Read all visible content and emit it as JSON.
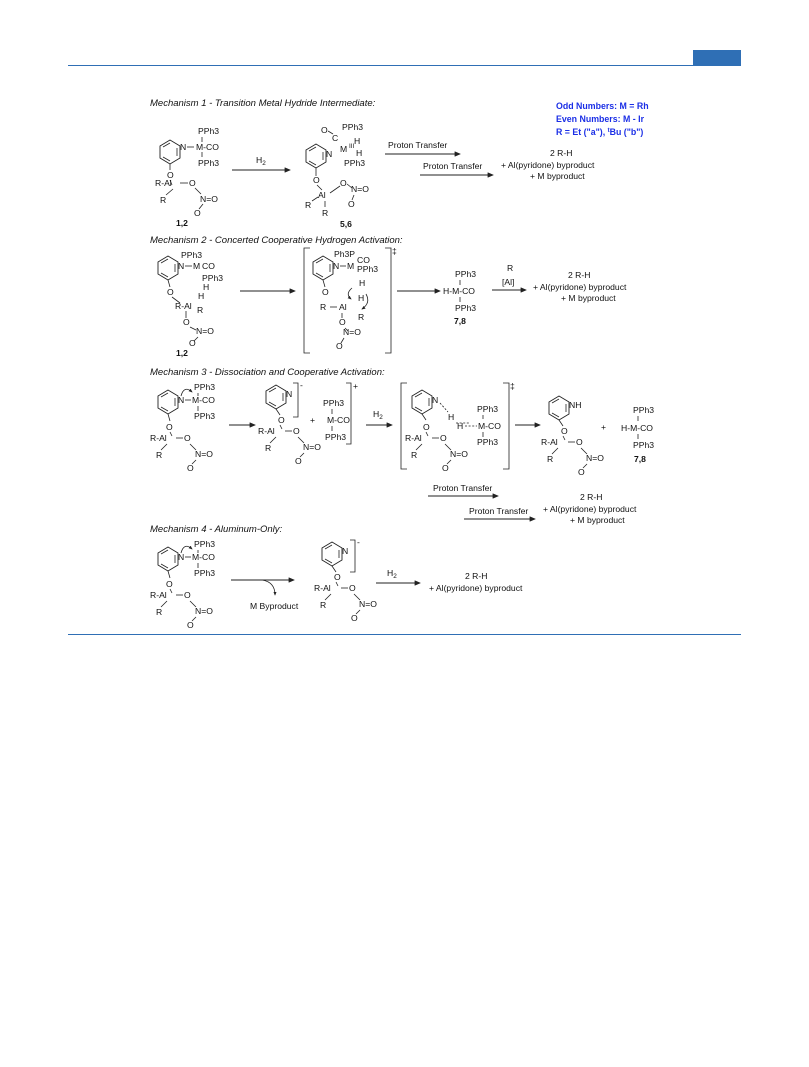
{
  "mechanisms": {
    "m1": {
      "title": "Mechanism 1 - Transition Metal Hydride Intermediate:"
    },
    "m2": {
      "title": "Mechanism 2 - Concerted Cooperative Hydrogen Activation:"
    },
    "m3": {
      "title": "Mechanism 3 - Dissociation and Cooperative Activation:"
    },
    "m4": {
      "title": "Mechanism 4 - Aluminum-Only:"
    }
  },
  "legend": {
    "odd": "Odd Numbers: M = Rh",
    "even": "Even Numbers: M - Ir",
    "r_def_prefix": "R = Et (\"a\"), ",
    "r_def_sup": "t",
    "r_def_suffix": "Bu (\"b\")"
  },
  "atoms": {
    "pph3": "PPh3",
    "ph3p": "Ph3P",
    "mco": "M-CO",
    "hmco": "H-M-CO",
    "co": "CO",
    "m": "M",
    "n": "N",
    "nh": "NH",
    "o": "O",
    "h": "H",
    "r": "R",
    "ral": "R-Al",
    "al": "Al",
    "no": "N=O",
    "r_sub": "R",
    "al_sub": "[Al]"
  },
  "compound_labels": {
    "c12": "1,2",
    "c56": "5,6",
    "c78": "7,8"
  },
  "arrows": {
    "h2": "H2",
    "proton_transfer": "Proton Transfer",
    "m_byproduct": "M Byproduct"
  },
  "products": {
    "two_rh": "2 R-H",
    "al_byproduct": "+ Al(pyridone) byproduct",
    "m_byproduct": "+ M byproduct"
  },
  "charges": {
    "minus": "-",
    "plus": "+",
    "dagger": "‡"
  }
}
